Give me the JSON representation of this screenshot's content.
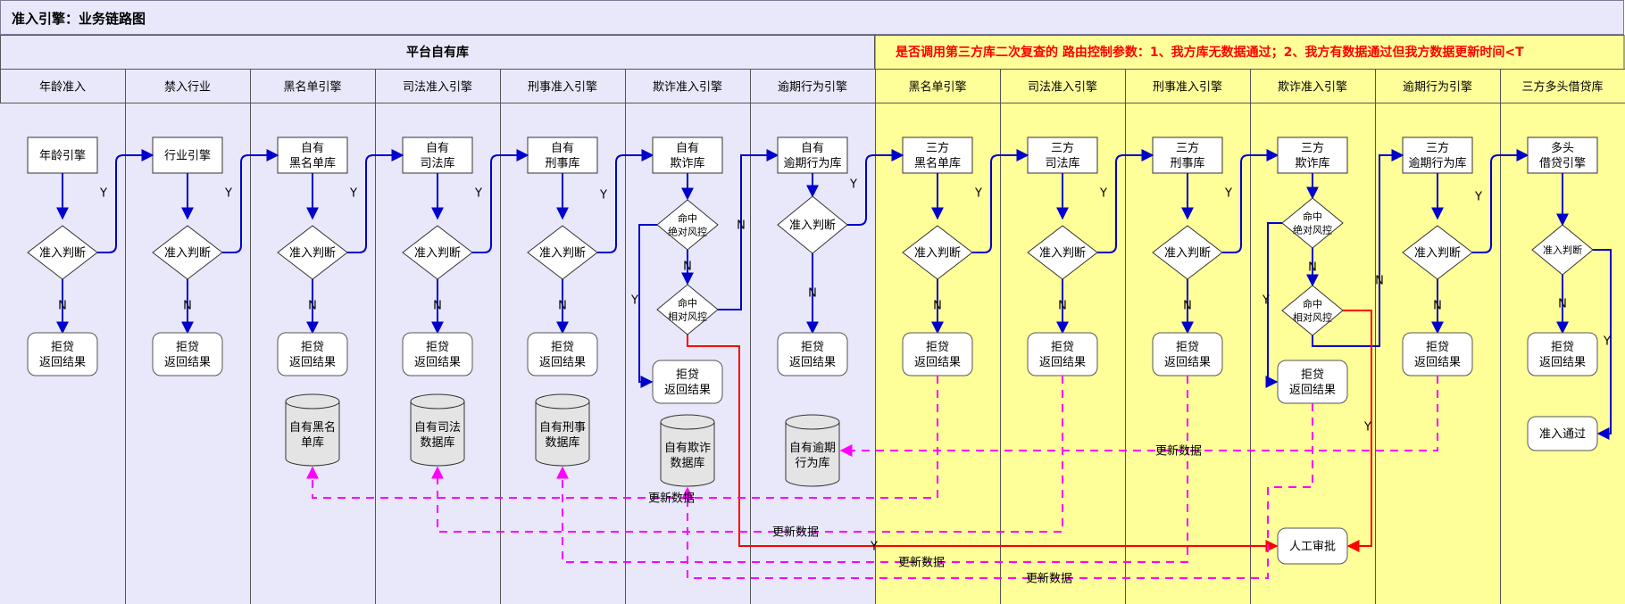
{
  "title": "准入引擎：业务链路图",
  "group_left": "平台自有库",
  "group_right": "是否调用第三方库二次复查的 路由控制参数：1、我方库无数据通过；2、我方有数据通过但我方数据更新时间<T",
  "columns": [
    "年龄准入",
    "禁入行业",
    "黑名单引擎",
    "司法准入引擎",
    "刑事准入引擎",
    "欺诈准入引擎",
    "逾期行为引擎",
    "黑名单引擎",
    "司法准入引擎",
    "刑事准入引擎",
    "欺诈准入引擎",
    "逾期行为引擎",
    "三方多头借贷库"
  ],
  "engines": [
    "年龄引擎",
    "行业引擎",
    "自有\n黑名单库",
    "自有\n司法库",
    "自有\n刑事库",
    "自有\n欺诈库",
    "自有\n逾期行为库",
    "三方\n黑名单库",
    "三方\n司法库",
    "三方\n刑事库",
    "三方\n欺诈库",
    "三方\n逾期行为库",
    "多头\n借贷引擎"
  ],
  "judge": "准入判断",
  "hit_abs": "命中\n绝对风控",
  "hit_rel": "命中\n相对风控",
  "reject": "拒贷\n返回结果",
  "databases": [
    "自有黑名\n单库",
    "自有司法\n数据库",
    "自有刑事\n数据库",
    "自有欺诈\n数据库",
    "自有逾期\n行为库"
  ],
  "pass": "准入通过",
  "manual": "人工审批",
  "yes": "Y",
  "no": "N",
  "update": "更新数据",
  "colors": {
    "title_bg": "#e8e8fa",
    "left_bg": "#e8e8fa",
    "right_bg": "#ffff99",
    "blue": "#0000cc",
    "red": "#ff0000",
    "magenta": "#ff00ff",
    "header_red": "#ff0000"
  }
}
